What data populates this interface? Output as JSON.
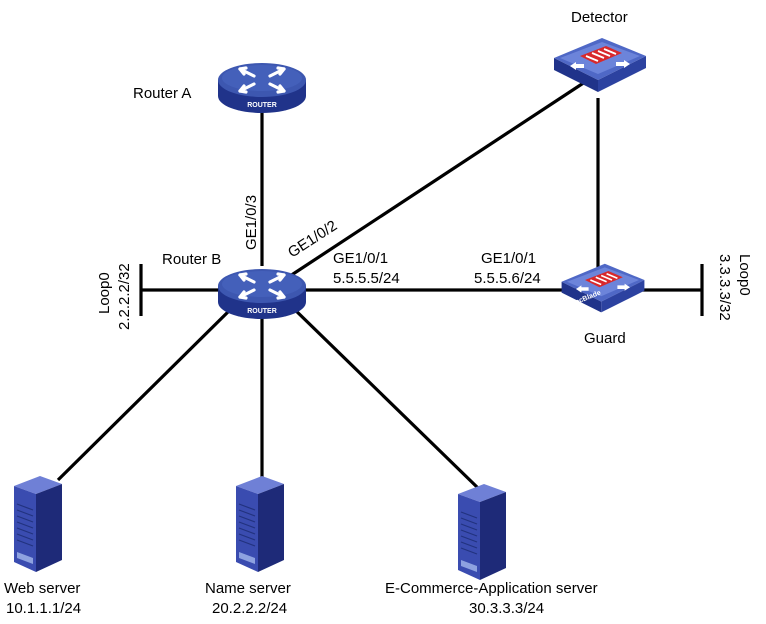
{
  "colors": {
    "link": "#000000",
    "device_blue": "#3d57b0",
    "device_dark": "#20338a",
    "device_light": "#8ea2e0",
    "card_red": "#d8282b",
    "server_blue": "#3a4cb0",
    "server_dark": "#1e2a78",
    "background": "#ffffff"
  },
  "devices": {
    "router_a": {
      "label": "Router A",
      "badge": "ROUTER",
      "icon": "router-icon"
    },
    "router_b": {
      "label": "Router B",
      "badge": "ROUTER",
      "icon": "router-icon"
    },
    "detector": {
      "label": "Detector",
      "icon": "detector-card-icon"
    },
    "guard": {
      "label": "Guard",
      "badge": "SecBlade",
      "icon": "secblade-card-icon"
    }
  },
  "servers": [
    {
      "label": "Web server",
      "ip": "10.1.1.1/24",
      "icon": "server-icon"
    },
    {
      "label": "Name server",
      "ip": "20.2.2.2/24",
      "icon": "server-icon"
    },
    {
      "label": "E-Commerce-Application server",
      "ip": "30.3.3.3/24",
      "icon": "server-icon"
    }
  ],
  "interfaces": {
    "rb_to_ra": "GE1/0/3",
    "rb_to_detector": "GE1/0/2",
    "rb_to_guard": "GE1/0/1",
    "rb_to_guard_ip": "5.5.5.5/24",
    "guard_to_rb": "GE1/0/1",
    "guard_to_rb_ip": "5.5.5.6/24"
  },
  "loopbacks": {
    "router_b": {
      "name": "Loop0",
      "ip": "2.2.2.2/32"
    },
    "guard": {
      "name": "Loop0",
      "ip": "3.3.3.3/32"
    }
  }
}
